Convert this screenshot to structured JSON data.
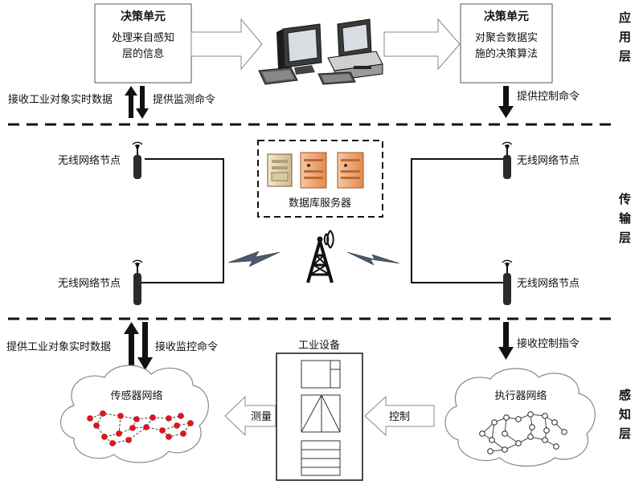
{
  "layers": {
    "application": "应用层",
    "transport": "传输层",
    "perception": "感知层"
  },
  "decision_left": {
    "title": "决策单元",
    "line1": "处理来自感知",
    "line2": "层的信息"
  },
  "decision_right": {
    "title": "决策单元",
    "line1": "对聚合数据实",
    "line2": "施的决策算法"
  },
  "arrows": {
    "receive_realtime": "接收工业对象实时数据",
    "provide_monitor": "提供监测命令",
    "provide_control": "提供控制命令",
    "provide_realtime": "提供工业对象实时数据",
    "receive_monitor": "接收监控命令",
    "receive_control": "接收控制指令",
    "measure": "测量",
    "control": "控制"
  },
  "nodes": {
    "top_left": "无线网络节点",
    "bottom_left": "无线网络节点",
    "top_right": "无线网络节点",
    "bottom_right": "无线网络节点"
  },
  "db_server": "数据库服务器",
  "industrial_device": "工业设备",
  "sensor_network": "传感器网络",
  "actuator_network": "执行器网络",
  "colors": {
    "sensor_node": "#e8121a",
    "server_body": "#f2a878",
    "server_alt": "#e8d8b8",
    "outline": "#111111"
  }
}
